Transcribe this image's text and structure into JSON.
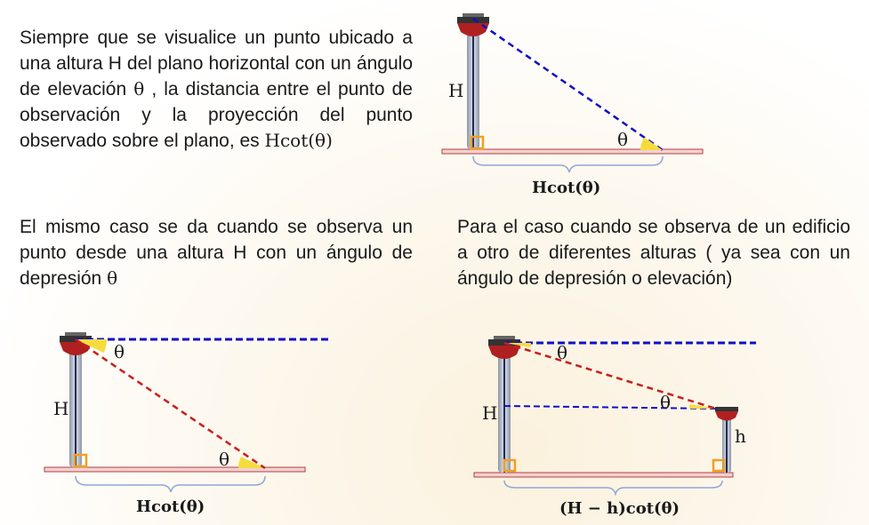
{
  "texts": {
    "p1_before": "Siempre que se visualice un punto ubicado a una altura H del plano horizontal con un ángulo de elevación ",
    "p1_theta": "θ",
    "p1_after": " , la distancia entre el punto de observación y la proyección del punto observado sobre el plano, es ",
    "p1_formula": "Hcot(θ)",
    "p2_before": "El mismo caso se da cuando se observa un punto desde una altura H con un ángulo de depresión ",
    "p2_theta": "θ",
    "p3": "Para el caso cuando se observa de un edificio a otro de diferentes alturas ( ya sea con un ángulo de depresión o elevación)"
  },
  "figures": {
    "fig1": {
      "height_label": "H",
      "angle_label": "θ",
      "distance_label": "Hcot(θ)"
    },
    "fig2": {
      "height_label": "H",
      "angle_top_label": "θ",
      "angle_bottom_label": "θ",
      "distance_label": "Hcot(θ)"
    },
    "fig3": {
      "height_label": "H",
      "small_height_label": "h",
      "angle_top_label": "θ",
      "angle_mid_label": "θ",
      "distance_label": "(H − h)cot(θ)"
    }
  },
  "colors": {
    "sight_line_blue": "#1010c8",
    "sight_line_red": "#c81e1e",
    "angle_fill": "#f5dc3c",
    "ground_fill": "#f2d0d0",
    "ground_stroke": "#b54040",
    "right_angle_box": "#f0a020",
    "brace": "#8fa6d8"
  }
}
